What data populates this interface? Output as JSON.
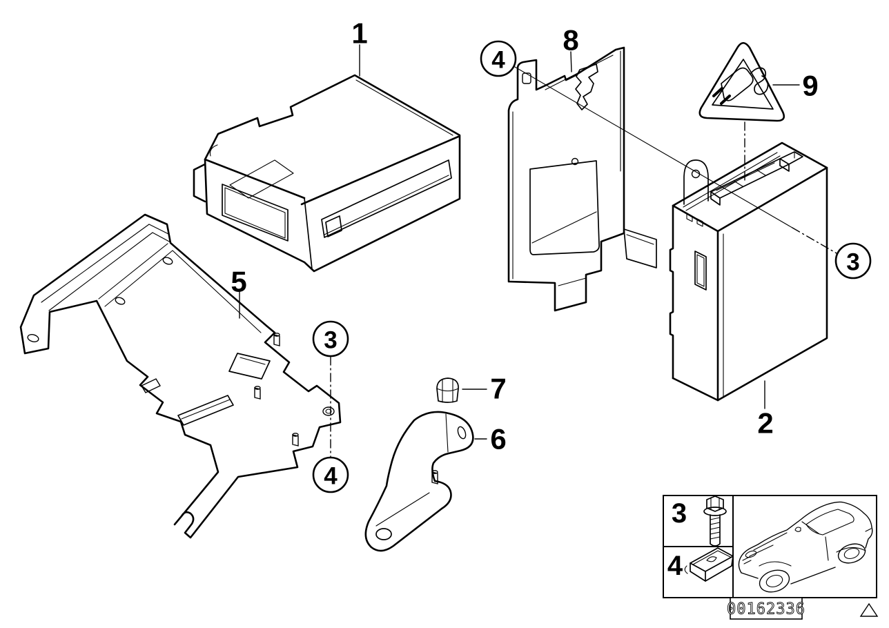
{
  "diagram": {
    "background_color": "#ffffff",
    "line_color": "#000000"
  },
  "callouts": {
    "c1": "1",
    "c2": "2",
    "c3": "3",
    "c4": "4",
    "c5": "5",
    "c6": "6",
    "c7": "7",
    "c8": "8",
    "c9": "9"
  },
  "legend": {
    "row1_label": "3",
    "row2_label": "4",
    "part_number": "00162336"
  },
  "icons": {
    "warning_triangle": "power-plug-warning-triangle",
    "bolt": "hex-flange-bolt",
    "clip": "sheet-metal-clip",
    "car": "car-outline",
    "corner_mark": "small-triangle-outline"
  }
}
